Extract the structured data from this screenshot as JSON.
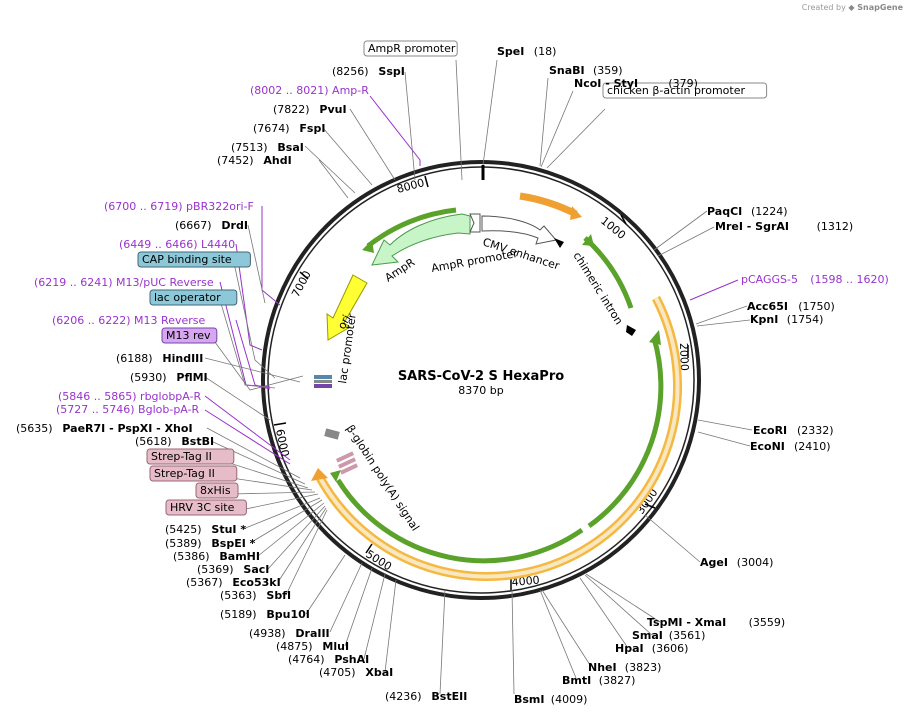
{
  "credit": {
    "prefix": "Created by",
    "brand": "SnapGene"
  },
  "plasmid": {
    "name": "SARS-CoV-2 S HexaPro",
    "size_label": "8370 bp",
    "length": 8370
  },
  "ticks": [
    "1000",
    "2000",
    "3000",
    "4000",
    "5000",
    "6000",
    "7000",
    "8000"
  ],
  "features": {
    "cmv": "CMV enhancer",
    "intron": "chimeric intron",
    "ampr": "AmpR",
    "ampr_promoter": "AmpR promoter",
    "ori": "ori",
    "lac": "lac promoter",
    "globin": "β-globin poly(A) signal"
  },
  "labels": [
    {
      "id": "ampr-promoter-box",
      "name": "AmpR promoter",
      "kind": "box-white",
      "parts": [
        "AmpR promoter"
      ]
    },
    {
      "id": "sspi",
      "kind": "site",
      "parts": [
        "(8256)",
        "SspI"
      ]
    },
    {
      "id": "amp-r",
      "kind": "primer",
      "parts": [
        "(8002 .. 8021)  Amp-R"
      ]
    },
    {
      "id": "pvui",
      "kind": "site",
      "parts": [
        "(7822)",
        "PvuI"
      ]
    },
    {
      "id": "fspi",
      "kind": "site",
      "parts": [
        "(7674)",
        "FspI"
      ]
    },
    {
      "id": "bsai",
      "kind": "site",
      "parts": [
        "(7513)",
        "BsaI"
      ]
    },
    {
      "id": "ahdi",
      "kind": "site",
      "parts": [
        "(7452)",
        "AhdI"
      ]
    },
    {
      "id": "pbr322ori",
      "kind": "primer",
      "parts": [
        "(6700 .. 6719)  pBR322ori-F"
      ]
    },
    {
      "id": "drdi",
      "kind": "site",
      "parts": [
        "(6667)",
        "DrdI"
      ]
    },
    {
      "id": "l4440",
      "kind": "primer",
      "parts": [
        "(6449 .. 6466)  L4440"
      ]
    },
    {
      "id": "cap-site",
      "kind": "box-blue",
      "parts": [
        "CAP binding site"
      ]
    },
    {
      "id": "m13puc",
      "kind": "primer",
      "parts": [
        "(6219 .. 6241)  M13/pUC Reverse"
      ]
    },
    {
      "id": "lac-op",
      "kind": "box-blue",
      "parts": [
        "lac operator"
      ]
    },
    {
      "id": "m13rev-primer",
      "kind": "primer",
      "parts": [
        "(6206 .. 6222)  M13 Reverse"
      ]
    },
    {
      "id": "m13rev-box",
      "kind": "box-purple",
      "parts": [
        "M13 rev"
      ]
    },
    {
      "id": "hindiii",
      "kind": "site",
      "parts": [
        "(6188)",
        "HindIII"
      ]
    },
    {
      "id": "pflmi",
      "kind": "site",
      "parts": [
        "(5930)",
        "PflMI"
      ]
    },
    {
      "id": "rbglobpa",
      "kind": "primer",
      "parts": [
        "(5846 .. 5865)  rbglobpA-R"
      ]
    },
    {
      "id": "bglobpa",
      "kind": "primer",
      "parts": [
        "(5727 .. 5746)  Bglob-pA-R"
      ]
    },
    {
      "id": "paer7i",
      "kind": "site",
      "parts": [
        "(5635)",
        "PaeR7I  - PspXI  - XhoI"
      ]
    },
    {
      "id": "bstbi",
      "kind": "site",
      "parts": [
        "(5618)",
        "BstBI"
      ]
    },
    {
      "id": "strep1",
      "kind": "box-pink",
      "parts": [
        "Strep-Tag II"
      ]
    },
    {
      "id": "strep2",
      "kind": "box-pink",
      "parts": [
        "Strep-Tag II"
      ]
    },
    {
      "id": "his",
      "kind": "box-pink",
      "parts": [
        "8xHis"
      ]
    },
    {
      "id": "hrv",
      "kind": "box-pink",
      "parts": [
        "HRV 3C site"
      ]
    },
    {
      "id": "stui",
      "kind": "site",
      "parts": [
        "(5425)",
        "StuI *"
      ]
    },
    {
      "id": "bspei",
      "kind": "site",
      "parts": [
        "(5389)",
        "BspEI *"
      ]
    },
    {
      "id": "bamhi",
      "kind": "site",
      "parts": [
        "(5386)",
        "BamHI"
      ]
    },
    {
      "id": "saci",
      "kind": "site",
      "parts": [
        "(5369)",
        "SacI"
      ]
    },
    {
      "id": "eco53ki",
      "kind": "site",
      "parts": [
        "(5367)",
        "Eco53kI"
      ]
    },
    {
      "id": "sbfi",
      "kind": "site",
      "parts": [
        "(5363)",
        "SbfI"
      ]
    },
    {
      "id": "bpu10i",
      "kind": "site",
      "parts": [
        "(5189)",
        "Bpu10I"
      ]
    },
    {
      "id": "draiii",
      "kind": "site",
      "parts": [
        "(4938)",
        "DraIII"
      ]
    },
    {
      "id": "mlui",
      "kind": "site",
      "parts": [
        "(4875)",
        "MluI"
      ]
    },
    {
      "id": "pshai",
      "kind": "site",
      "parts": [
        "(4764)",
        "PshAI"
      ]
    },
    {
      "id": "xbai",
      "kind": "site",
      "parts": [
        "(4705)",
        "XbaI"
      ]
    },
    {
      "id": "bsteii",
      "kind": "site",
      "parts": [
        "(4236)",
        "BstEII"
      ]
    },
    {
      "id": "bsmi",
      "kind": "site",
      "parts": [
        "BsmI",
        "(4009)"
      ]
    },
    {
      "id": "bmti",
      "kind": "site",
      "parts": [
        "BmtI",
        "(3827)"
      ]
    },
    {
      "id": "nhei",
      "kind": "site",
      "parts": [
        "NheI",
        "(3823)"
      ]
    },
    {
      "id": "hpai",
      "kind": "site",
      "parts": [
        "HpaI",
        "(3606)"
      ]
    },
    {
      "id": "smai",
      "kind": "site",
      "parts": [
        "SmaI",
        "(3561)"
      ]
    },
    {
      "id": "tspmi",
      "kind": "site",
      "parts": [
        "TspMI  - XmaI",
        "(3559)"
      ]
    },
    {
      "id": "agei",
      "kind": "site",
      "parts": [
        "AgeI",
        "(3004)"
      ]
    },
    {
      "id": "econi",
      "kind": "site",
      "parts": [
        "EcoNI",
        "(2410)"
      ]
    },
    {
      "id": "ecori",
      "kind": "site",
      "parts": [
        "EcoRI",
        "(2332)"
      ]
    },
    {
      "id": "kpni",
      "kind": "site",
      "parts": [
        "KpnI",
        "(1754)"
      ]
    },
    {
      "id": "acc65i",
      "kind": "site",
      "parts": [
        "Acc65I",
        "(1750)"
      ]
    },
    {
      "id": "pcaggs",
      "kind": "primer",
      "parts": [
        "pCAGGS-5",
        "(1598 .. 1620)"
      ]
    },
    {
      "id": "mrei",
      "kind": "site",
      "parts": [
        "MreI  - SgrAI",
        "(1312)"
      ]
    },
    {
      "id": "paqci",
      "kind": "site",
      "parts": [
        "PaqCI",
        "(1224)"
      ]
    },
    {
      "id": "chicken",
      "kind": "box-white",
      "parts": [
        "chicken β-actin promoter"
      ]
    },
    {
      "id": "styi",
      "kind": "site",
      "parts": [
        "NcoI  - StyI",
        "(379)"
      ]
    },
    {
      "id": "snabi",
      "kind": "site",
      "parts": [
        "SnaBI",
        "(359)"
      ]
    },
    {
      "id": "spei",
      "kind": "site",
      "parts": [
        "SpeI",
        "(18)"
      ]
    }
  ]
}
